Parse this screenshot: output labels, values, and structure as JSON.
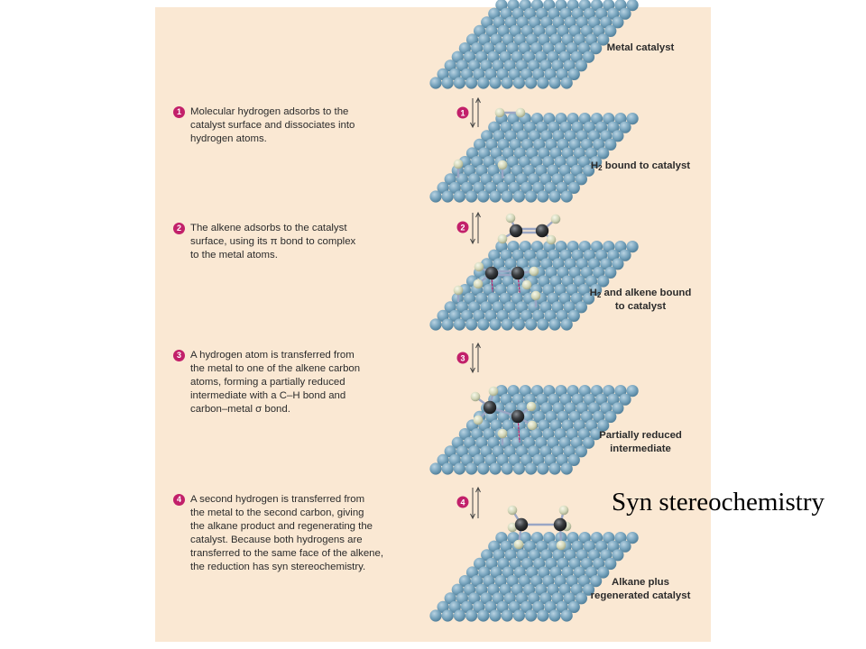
{
  "stages": [
    {
      "pre": "Metal catalyst",
      "sub": "",
      "post": ""
    },
    {
      "pre": "H",
      "sub": "2",
      "post": " bound to catalyst"
    },
    {
      "pre": "H",
      "sub": "2",
      "post": " and alkene bound to catalyst"
    },
    {
      "pre": "Partially reduced intermediate",
      "sub": "",
      "post": ""
    },
    {
      "pre": "Alkane plus regenerated catalyst",
      "sub": "",
      "post": ""
    }
  ],
  "steps": [
    {
      "number": "1",
      "lines": [
        "Molecular hydrogen adsorbs to the",
        "catalyst surface and dissociates into",
        "hydrogen atoms."
      ]
    },
    {
      "number": "2",
      "lines": [
        "The alkene adsorbs to the catalyst",
        "surface, using its π bond to complex",
        "to the metal atoms."
      ]
    },
    {
      "number": "3",
      "lines": [
        "A hydrogen atom is transferred from",
        "the metal to one of the alkene carbon",
        "atoms, forming a partially reduced",
        "intermediate with a C–H bond and",
        "carbon–metal σ bond."
      ]
    },
    {
      "number": "4",
      "lines": [
        "A second hydrogen is transferred from",
        "the metal to the second carbon, giving",
        "the alkane product and regenerating the",
        "catalyst. Because both hydrogens are",
        "transferred to the same face of the alkene,",
        "the reduction has syn stereochemistry."
      ]
    }
  ],
  "caption": "Syn stereochemistry",
  "colors": {
    "panel": "#fae8d3",
    "sphere": "#7aa6bf",
    "sphere_dark": "#4f7e99",
    "hydrogen": "#d9dcc2",
    "carbon": "#2f3133",
    "badge": "#c2206a"
  }
}
